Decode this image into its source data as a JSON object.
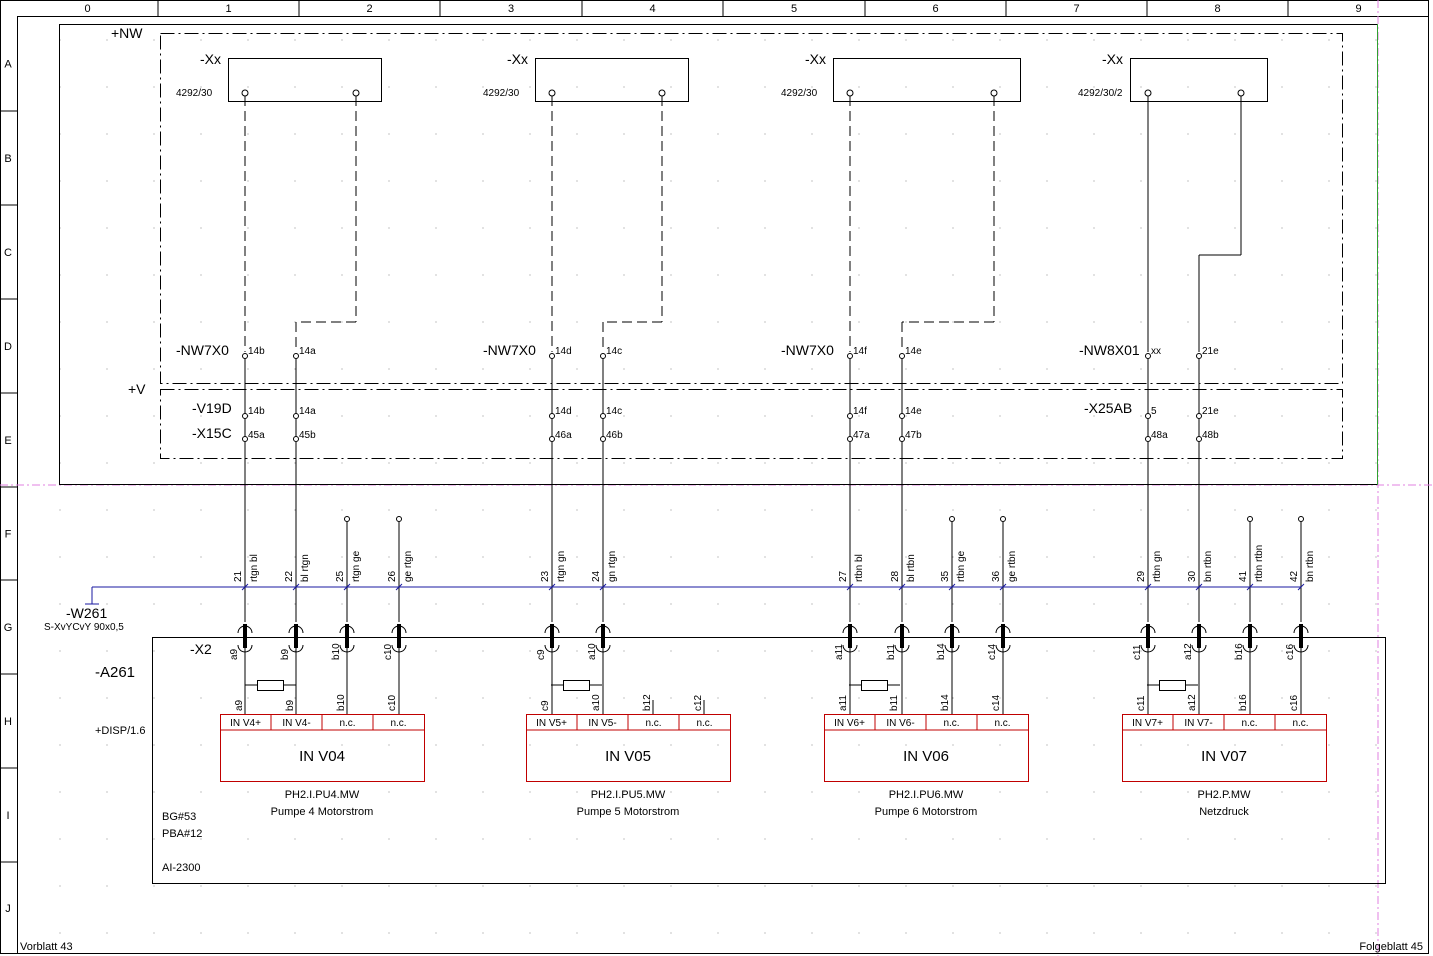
{
  "frame": {
    "columns": [
      "0",
      "1",
      "2",
      "3",
      "4",
      "5",
      "6",
      "7",
      "8",
      "9"
    ],
    "rows": [
      "A",
      "B",
      "C",
      "D",
      "E",
      "F",
      "G",
      "H",
      "I",
      "J"
    ]
  },
  "locations": {
    "nw": "+NW",
    "v": "+V",
    "disp": "+DISP/1.6"
  },
  "connectors": [
    {
      "name": "-Xx",
      "ref": "4292/30"
    },
    {
      "name": "-Xx",
      "ref": "4292/30"
    },
    {
      "name": "-Xx",
      "ref": "4292/30"
    },
    {
      "name": "-Xx",
      "ref": "4292/30/2"
    }
  ],
  "nw_strips": [
    "-NW7X0",
    "-NW7X0",
    "-NW7X0",
    "-NW8X01"
  ],
  "v_strips": {
    "v19d": "-V19D",
    "x15c": "-X15C",
    "x25ab": "-X25AB"
  },
  "channels": [
    {
      "nw": [
        "14b",
        "14a"
      ],
      "v19": [
        "14b",
        "14a"
      ],
      "x15": [
        "45a",
        "45b"
      ]
    },
    {
      "nw": [
        "14d",
        "14c"
      ],
      "v19": [
        "14d",
        "14c"
      ],
      "x15": [
        "46a",
        "46b"
      ]
    },
    {
      "nw": [
        "14f",
        "14e"
      ],
      "v19": [
        "14f",
        "14e"
      ],
      "x15": [
        "47a",
        "47b"
      ]
    },
    {
      "nw": [
        "xx",
        "21e"
      ],
      "v19": [
        "5",
        "21e"
      ],
      "x15": [
        "48a",
        "48b"
      ]
    }
  ],
  "cable": {
    "name": "-W261",
    "type": "S-XvYCvY 90x0,5"
  },
  "wires": [
    {
      "no": "21",
      "color": "rtgn bl"
    },
    {
      "no": "22",
      "color": "bl rtgn"
    },
    {
      "no": "25",
      "color": "rtgn ge"
    },
    {
      "no": "26",
      "color": "ge rtgn"
    },
    {
      "no": "23",
      "color": "rtgn gn"
    },
    {
      "no": "24",
      "color": "gn rtgn"
    },
    {
      "no": "27",
      "color": "rtbn bl"
    },
    {
      "no": "28",
      "color": "bl rtbn"
    },
    {
      "no": "35",
      "color": "rtbn ge"
    },
    {
      "no": "36",
      "color": "ge rtbn"
    },
    {
      "no": "29",
      "color": "rtbn gn"
    },
    {
      "no": "30",
      "color": "bn rtbn"
    },
    {
      "no": "41",
      "color": "rtbn rtbn"
    },
    {
      "no": "42",
      "color": "bn rtbn"
    }
  ],
  "plug": {
    "name": "-X2",
    "module": "-A261"
  },
  "plug_pins": [
    [
      "a9",
      "b9",
      "b10",
      "c10"
    ],
    [
      "c9",
      "a10"
    ],
    [
      "a11",
      "b11",
      "b14",
      "c14"
    ],
    [
      "c11",
      "a12",
      "b16",
      "c16"
    ]
  ],
  "input_pins": [
    [
      "a9",
      "b9",
      "b10",
      "c10"
    ],
    [
      "c9",
      "a10",
      "b12",
      "c12"
    ],
    [
      "a11",
      "b11",
      "b14",
      "c14"
    ],
    [
      "c11",
      "a12",
      "b16",
      "c16"
    ]
  ],
  "inputs": [
    {
      "cells": [
        "IN V4+",
        "IN V4-",
        "n.c.",
        "n.c."
      ],
      "title": "IN V04",
      "tag": "PH2.I.PU4.MW",
      "desc": "Pumpe 4 Motorstrom"
    },
    {
      "cells": [
        "IN V5+",
        "IN V5-",
        "n.c.",
        "n.c."
      ],
      "title": "IN V05",
      "tag": "PH2.I.PU5.MW",
      "desc": "Pumpe 5 Motorstrom"
    },
    {
      "cells": [
        "IN V6+",
        "IN V6-",
        "n.c.",
        "n.c."
      ],
      "title": "IN V06",
      "tag": "PH2.I.PU6.MW",
      "desc": "Pumpe 6 Motorstrom"
    },
    {
      "cells": [
        "IN V7+",
        "IN V7-",
        "n.c.",
        "n.c."
      ],
      "title": "IN V07",
      "tag": "PH2.P.MW",
      "desc": "Netzdruck"
    }
  ],
  "module_info": [
    "BG#53",
    "PBA#12",
    "AI-2300"
  ],
  "footer": {
    "prev": "Vorblatt 43",
    "next": "Folgeblatt 45"
  },
  "colors": {
    "line": "#000000",
    "cable": "#1a1aa0",
    "input_box": "#c00000",
    "border_guide": "#e080e0",
    "frame_right": "#30a030"
  }
}
